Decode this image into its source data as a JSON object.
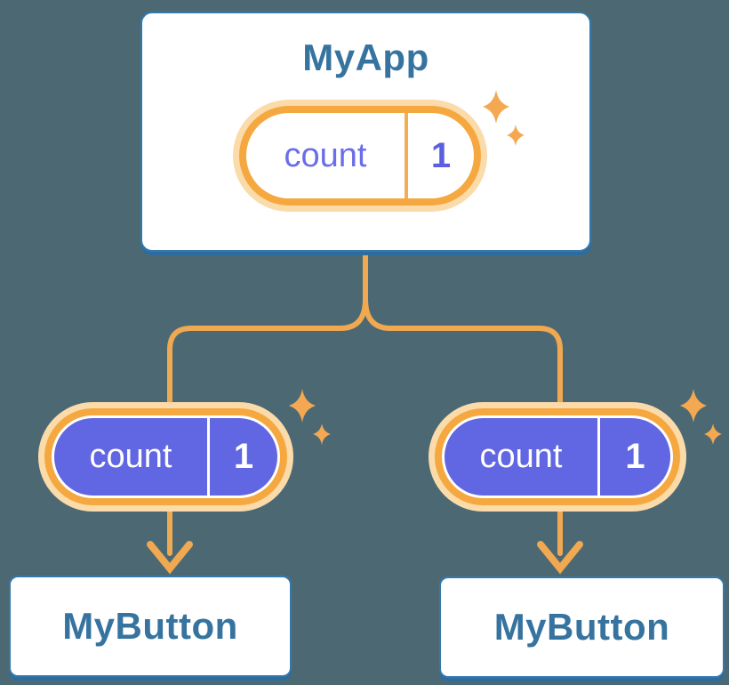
{
  "background_color": "#4c6973",
  "colors": {
    "card_background": "#ffffff",
    "card_border": "#3579ab",
    "card_shadow": "#2d6c9f",
    "title_text": "#36749f",
    "pill_glow": "#fbdbaa",
    "pill_ring": "#f5a83f",
    "connector_orange": "#f0a851",
    "state_fill_purple": "#6166e2",
    "state_label_purple": "#6a6ee8",
    "state_value_purple": "#5a5fe0",
    "state_text_on_purple": "#ffffff"
  },
  "tree": {
    "root": {
      "title": "MyApp",
      "state": {
        "label": "count",
        "value": "1"
      }
    },
    "children": [
      {
        "title": "MyButton",
        "state": {
          "label": "count",
          "value": "1"
        }
      },
      {
        "title": "MyButton",
        "state": {
          "label": "count",
          "value": "1"
        }
      }
    ]
  },
  "icons": {
    "sparkle": "four-point-sparkle",
    "arrow": "chevron-down-arrow"
  }
}
